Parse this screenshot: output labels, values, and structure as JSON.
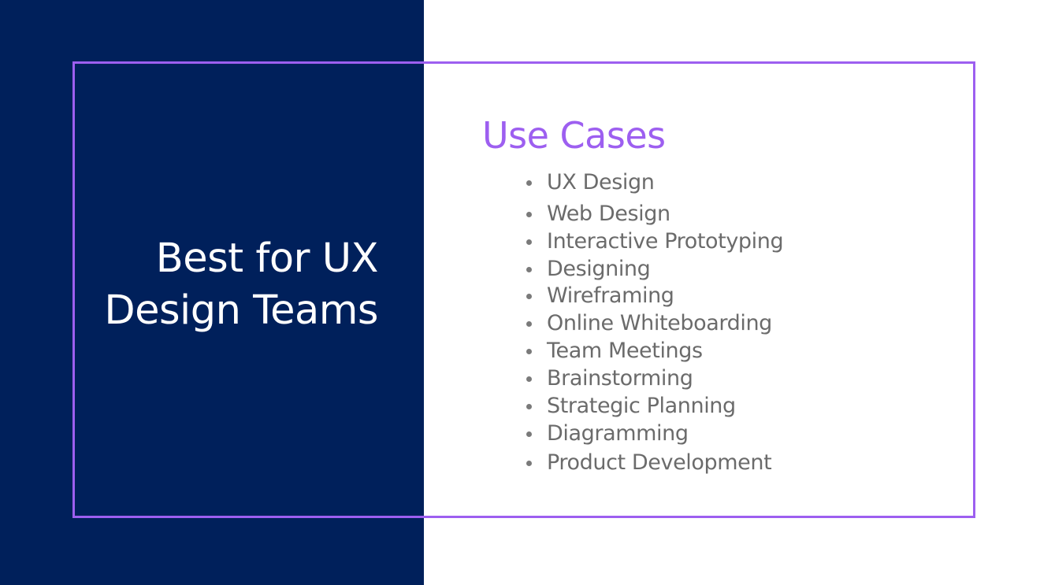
{
  "slide": {
    "main_title_line1": "Best for UX",
    "main_title_line2": "Design Teams",
    "section_title": "Use Cases",
    "use_cases": [
      "UX Design",
      "Web Design",
      "Interactive Prototyping",
      "Designing",
      "Wireframing",
      "Online Whiteboarding",
      "Team Meetings",
      "Brainstorming",
      "Strategic Planning",
      "Diagramming",
      "Product Development"
    ]
  },
  "colors": {
    "navy_panel": "#00205b",
    "accent_purple": "#9d5ff0",
    "body_text_gray": "#6b6b6b",
    "background": "#ffffff"
  }
}
